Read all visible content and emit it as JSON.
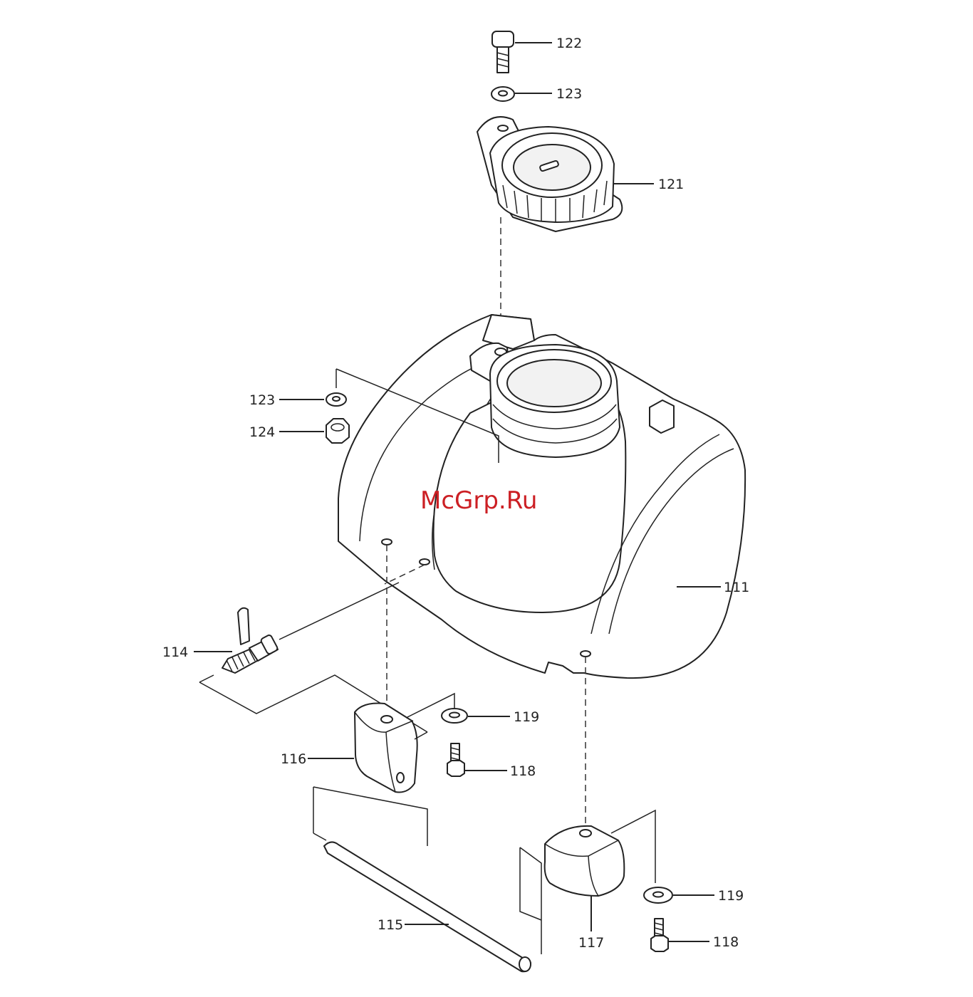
{
  "watermark": "McGrp.Ru",
  "labels": {
    "p122": "122",
    "p123_top": "123",
    "p121": "121",
    "p123_left": "123",
    "p124": "124",
    "p111": "111",
    "p114": "114",
    "p119_mid": "119",
    "p116": "116",
    "p118_mid": "118",
    "p115": "115",
    "p117": "117",
    "p119_low": "119",
    "p118_low": "118"
  },
  "colors": {
    "line": "#222222",
    "watermark": "#cc1f24",
    "background": "#ffffff"
  }
}
